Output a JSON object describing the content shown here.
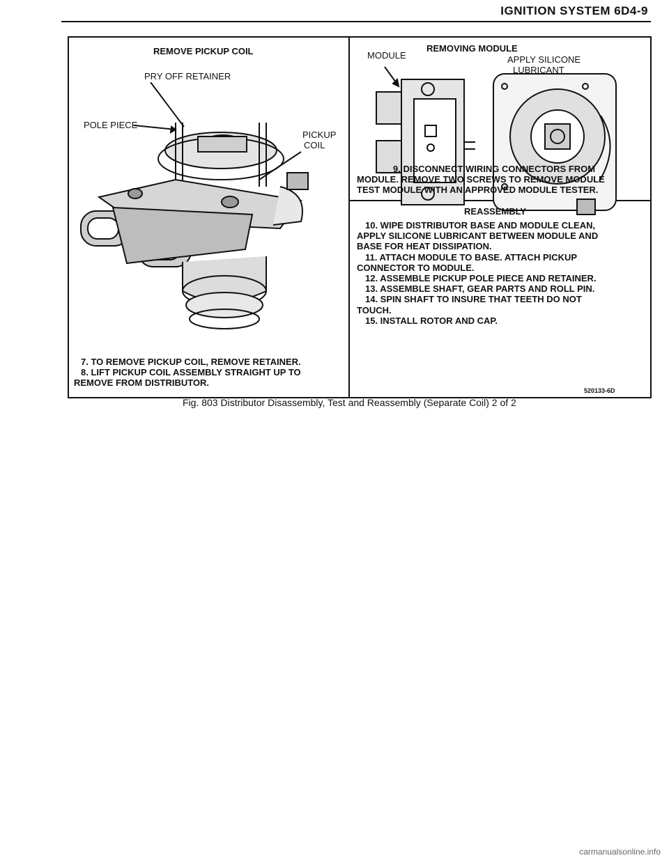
{
  "header": {
    "section": "IGNITION SYSTEM 6D4-9"
  },
  "left_panel": {
    "title": "REMOVE PICKUP COIL",
    "callouts": {
      "pry": "PRY OFF RETAINER",
      "pole": "POLE PIECE",
      "pickup1": "PICKUP",
      "pickup2": "COIL"
    },
    "steps": [
      "7. TO REMOVE PICKUP COIL, REMOVE RETAINER.",
      "8. LIFT PICKUP COIL ASSEMBLY STRAIGHT UP TO",
      "REMOVE FROM DISTRIBUTOR."
    ]
  },
  "right_top_panel": {
    "title": "REMOVING MODULE",
    "callouts": {
      "module": "MODULE",
      "silicone1": "APPLY SILICONE",
      "silicone2": "LUBRICANT"
    },
    "steps": [
      "9. DISCONNECT WIRING CONNECTORS FROM",
      "MODULE. REMOVE TWO SCREWS TO REMOVE MODULE",
      "TEST MODULE WITH AN APPROVED MODULE TESTER."
    ]
  },
  "right_bottom_panel": {
    "title": "REASSEMBLY",
    "steps": [
      "10. WIPE DISTRIBUTOR BASE AND MODULE CLEAN,",
      "APPLY SILICONE LUBRICANT BETWEEN MODULE AND",
      "BASE FOR HEAT DISSIPATION.",
      "11. ATTACH MODULE TO BASE. ATTACH PICKUP",
      "CONNECTOR TO MODULE.",
      "12. ASSEMBLE PICKUP POLE PIECE AND RETAINER.",
      "13. ASSEMBLE SHAFT, GEAR PARTS AND ROLL PIN.",
      "14. SPIN SHAFT TO INSURE THAT TEETH DO NOT",
      "TOUCH.",
      "15. INSTALL ROTOR AND CAP."
    ],
    "figure_id": "520133-6D"
  },
  "caption": "Fig. 803 Distributor Disassembly, Test and Reassembly (Separate Coil) 2 of 2",
  "watermark": "carmanualsonline.info"
}
